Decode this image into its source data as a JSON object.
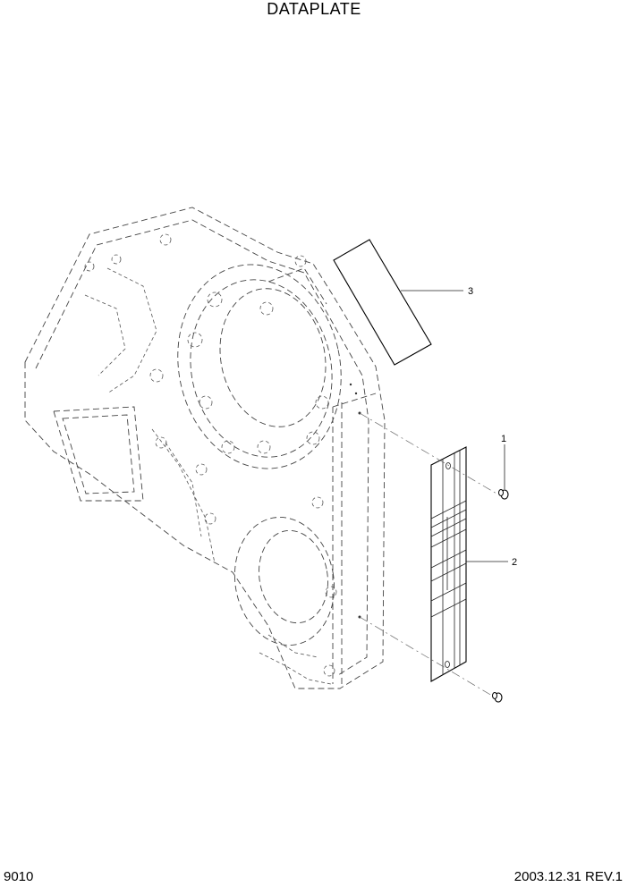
{
  "header": {
    "title": "DATAPLATE"
  },
  "callouts": [
    {
      "id": "callout-1",
      "label": "1"
    },
    {
      "id": "callout-2",
      "label": "2"
    },
    {
      "id": "callout-3",
      "label": "3"
    }
  ],
  "footer": {
    "page_code": "9010",
    "date_revision": "2003.12.31  REV.1"
  }
}
